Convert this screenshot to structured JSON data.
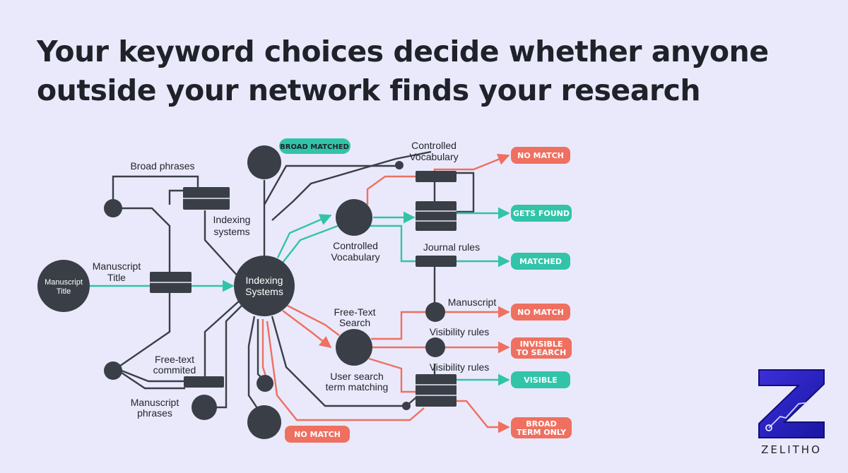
{
  "title": {
    "line1": "Your keyword choices decide whether anyone",
    "line2": "outside your network finds your research"
  },
  "labels": {
    "broad_phrases": "Broad phrases",
    "indexing_systems_1": "Indexing",
    "indexing_systems_2": "systems",
    "manuscript_title_1": "Manuscript",
    "manuscript_title_2": "Title",
    "manuscript_title_node_1": "Manuscript",
    "manuscript_title_node_2": "Title",
    "hub_1": "Indexing",
    "hub_2": "Systems",
    "free_text_committed_1": "Free-text",
    "free_text_committed_2": "commited",
    "manuscript_phrases_1": "Manuscript",
    "manuscript_phrases_2": "phrases",
    "controlled_vocab_top_1": "Controlled",
    "controlled_vocab_top_2": "Vocabulary",
    "controlled_vocab_mid_1": "Controlled",
    "controlled_vocab_mid_2": "Vocabulary",
    "journal_rules": "Journal rules",
    "manuscript": "Manuscript",
    "free_text_search_1": "Free-Text",
    "free_text_search_2": "Search",
    "visibility_rules_1": "Visibility rules",
    "visibility_rules_2": "Visibility rules",
    "user_search_1": "User search",
    "user_search_2": "term matching"
  },
  "badges": {
    "broad_matched": "BROAD MATCHED",
    "no_match_1": "NO MATCH",
    "gets_found": "GETS FOUND",
    "matched": "MATCHED",
    "no_match_2": "NO MATCH",
    "invisible_1": "INVISIBLE",
    "invisible_2": "TO SEARCH",
    "visible": "VISIBLE",
    "broad_term_1": "BROAD",
    "broad_term_2": "TERM ONLY",
    "no_match_3": "NO MATCH"
  },
  "colors": {
    "background": "#e9e9fb",
    "line_gray": "#3a3f47",
    "positive_teal": "#31c4a8",
    "negative_red": "#ef7060",
    "logo_blue": "#2d24c9"
  },
  "logo": {
    "wordmark": "ZELITHO"
  }
}
